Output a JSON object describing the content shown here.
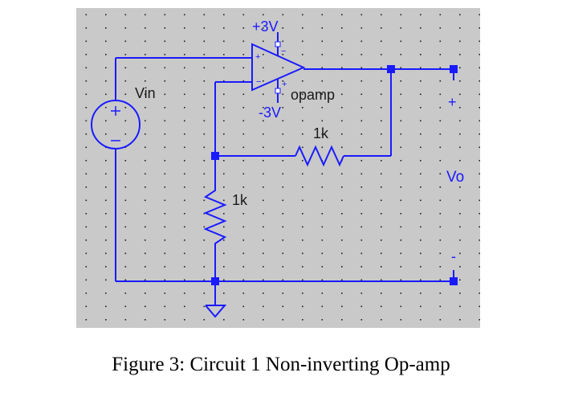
{
  "schematic": {
    "supply_pos": "+3V",
    "supply_neg": "-3V",
    "source_label": "Vin",
    "source_plus": "+",
    "source_minus": "−",
    "opamp_label": "opamp",
    "opamp_in_plus": "+",
    "opamp_in_minus": "−",
    "opamp_pin_top": "−",
    "opamp_pin_bottom": "+",
    "feedback_resistor": "1k",
    "ground_resistor": "1k",
    "output_label": "Vo",
    "output_plus": "+",
    "output_minus": "-"
  },
  "colors": {
    "wire": "#1a1aff",
    "grid_background": "#c9c9c9",
    "grid_dots": "#1e1e1e"
  },
  "caption": "Figure 3: Circuit 1 Non-inverting Op-amp"
}
